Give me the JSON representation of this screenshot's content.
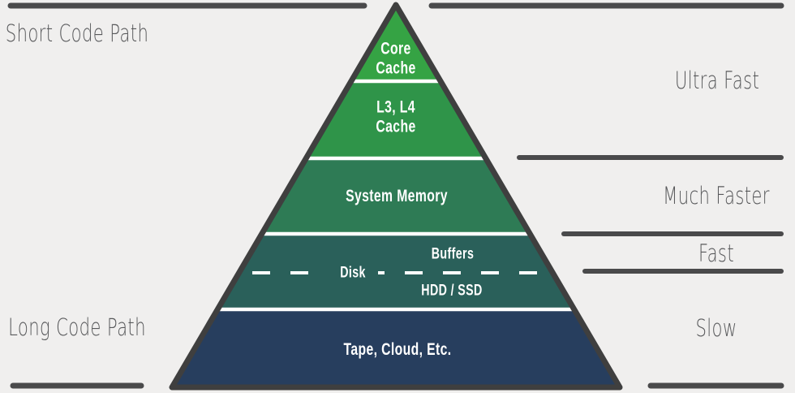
{
  "colors": {
    "background": "#f0efee",
    "outline": "#3f3f3f",
    "rule": "#4a4a4b",
    "separator": "#ffffff",
    "side_label_text": "#58595b",
    "pyramid_label_text": "#ffffff"
  },
  "side_labels": {
    "short_code_path": "Short Code Path",
    "long_code_path": "Long Code Path",
    "ultra_fast": "Ultra Fast",
    "much_faster": "Much Faster",
    "fast": "Fast",
    "slow": "Slow"
  },
  "pyramid": {
    "levels": [
      {
        "name": "core-cache",
        "label": "Core\nCache",
        "color": "#35a344"
      },
      {
        "name": "l3-l4-cache",
        "label": "L3, L4\nCache",
        "color": "#2f9449"
      },
      {
        "name": "system-memory",
        "label": "System Memory",
        "color": "#2e7b55"
      },
      {
        "name": "disk",
        "label_top": "Buffers",
        "label_middle": "Disk",
        "label_bottom": "HDD / SSD",
        "color": "#2a605a"
      },
      {
        "name": "tape-cloud",
        "label": "Tape, Cloud, Etc.",
        "color": "#273e5e"
      }
    ]
  }
}
